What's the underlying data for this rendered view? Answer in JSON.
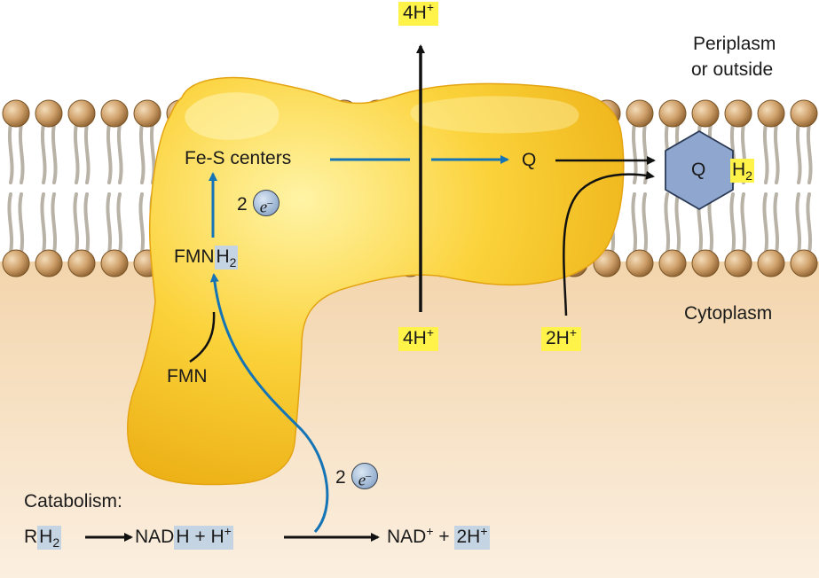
{
  "regions": {
    "periplasm_line1": "Periplasm",
    "periplasm_line2": "or outside",
    "cytoplasm": "Cytoplasm"
  },
  "complex": {
    "fes_centers": "Fe-S centers",
    "fmn": "FMN",
    "fmnh2_base": "FMN",
    "fmnh2_h": "H",
    "fmnh2_sub": "2",
    "electrons_upper_count": "2",
    "electrons_lower_count": "2",
    "electron_symbol": "e",
    "electron_charge": "–"
  },
  "protons": {
    "pumped_out": {
      "base": "4H",
      "sup": "+"
    },
    "pumped_in": {
      "base": "4H",
      "sup": "+"
    },
    "quinone_uptake": {
      "base": "2H",
      "sup": "+"
    }
  },
  "quinone": {
    "oxidized": "Q",
    "reduced_ring": "Q",
    "reduced_h": "H",
    "reduced_sub": "2"
  },
  "catabolism": {
    "title": "Catabolism:",
    "rh2_r": "R",
    "rh2_h": "H",
    "rh2_sub": "2",
    "nad_base": "NAD",
    "nadh_h": "H",
    "plus_h": " + H",
    "plus_h_sup": "+",
    "nad_plus": "NAD",
    "nad_plus_sup": "+",
    "plus": " + ",
    "two_h": "2H",
    "two_h_sup": "+"
  },
  "colors": {
    "protein": "#f5bf1c",
    "electron_arrow": "#1574b5",
    "proton_highlight": "#fff34a",
    "reduced_highlight": "#c5d4e3",
    "quinone_hexagon": "#8fa7cf",
    "cytoplasm_bg": "#f6dbb5",
    "lipid_head": "#c89a63"
  }
}
